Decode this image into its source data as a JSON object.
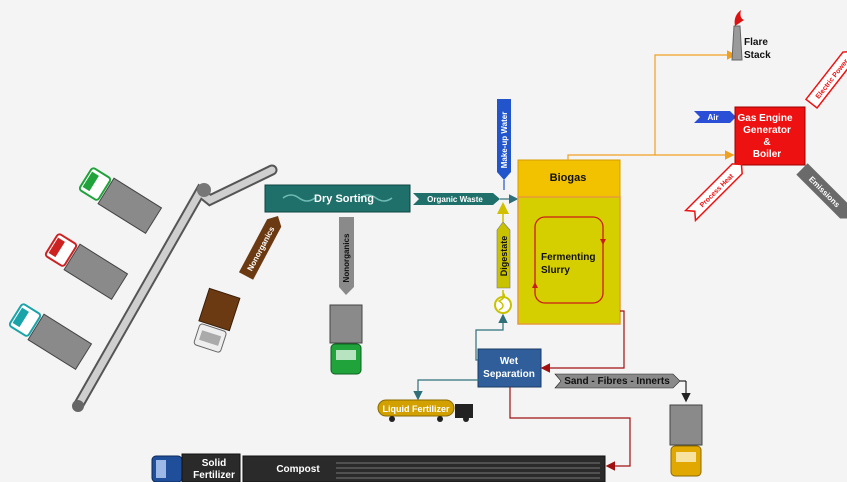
{
  "dry_sorting": "Dry Sorting",
  "organic_waste": "Organic Waste",
  "nonorganics_a": "Nonorganics",
  "nonorganics_b": "Nonorganics",
  "makeup_water": "Make-up Water",
  "biogas": "Biogas",
  "digestate": "Digestate",
  "fermenting_slurry": [
    "Fermenting",
    "Slurry"
  ],
  "flare_stack": [
    "Flare",
    "Stack"
  ],
  "air": "Air",
  "gas_engine": [
    "Gas Engine",
    "Generator",
    "&",
    "Boiler"
  ],
  "electric_power": "Electric Power",
  "process_heat": "Process Heat",
  "emissions": "Emissions",
  "wet_separation": [
    "Wet",
    "Separation"
  ],
  "sand_fibres": "Sand - Fibres - Innerts",
  "liquid_fertilizer": "Liquid Fertilizer",
  "solid_fertilizer": [
    "Solid",
    "Fertilizer"
  ],
  "compost": "Compost",
  "colors": {
    "teal": "#1f6f6a",
    "digester": "#d6cf00",
    "biogas_top": "#f2c200",
    "engine_red": "#ee1111",
    "wet_blue": "#2f5e9a",
    "orange_line": "#f0a020",
    "dark_red_line": "#a01010"
  }
}
